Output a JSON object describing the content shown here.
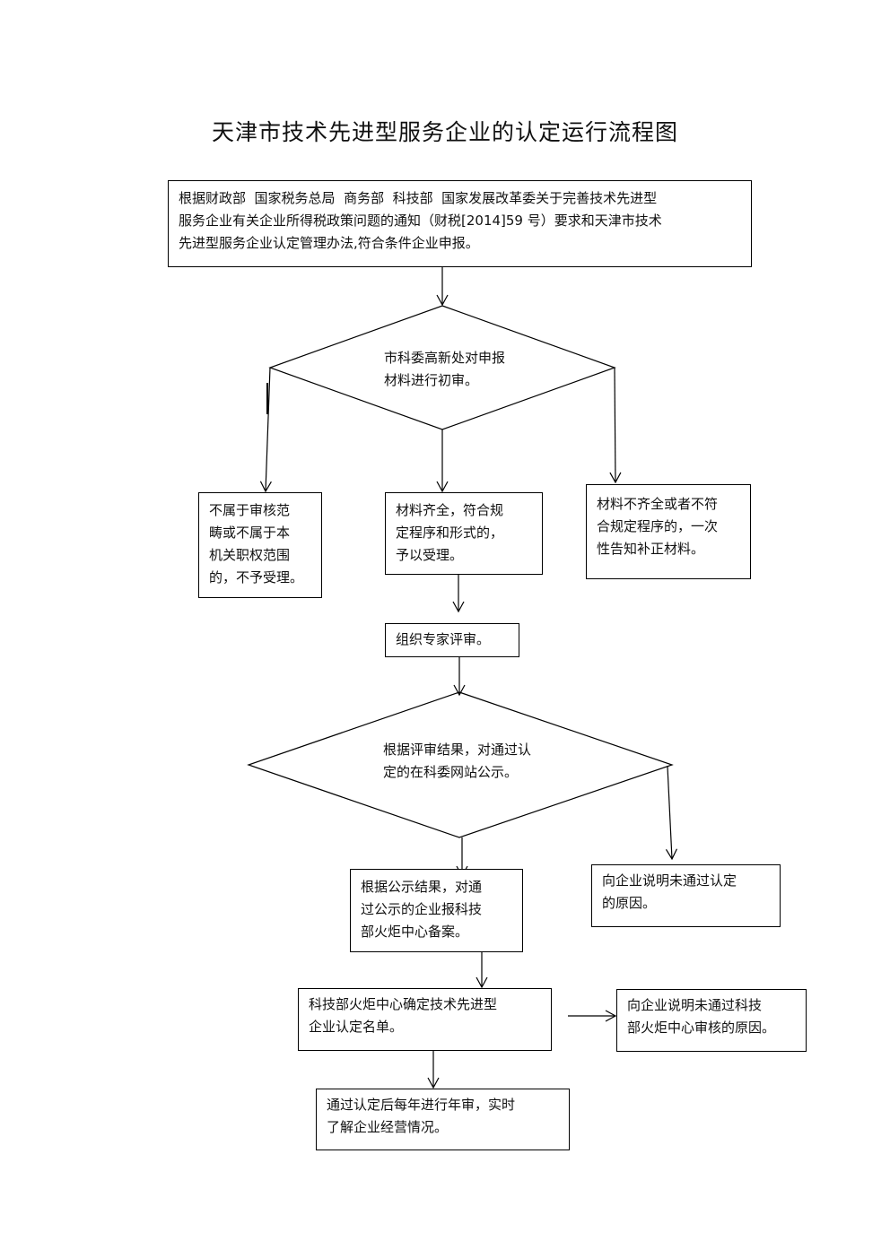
{
  "title": "天津市技术先进型服务企业的认定运行流程图",
  "nodes": {
    "basis": {
      "line1": "根据财政部  国家税务总局  商务部  科技部  国家发展改革委关于完善技术先进型",
      "line2": "服务企业有关企业所得税政策问题的通知（财税[2014]59 号）要求和天津市技术",
      "line3": "先进型服务企业认定管理办法,符合条件企业申报。"
    },
    "initial_review": {
      "line1": "市科委高新处对申报",
      "line2": "材料进行初审。"
    },
    "reject": {
      "line1": "不属于审核范",
      "line2": "畴或不属于本",
      "line3": "机关职权范围",
      "line4": "的，不予受理。"
    },
    "accept": {
      "line1": "材料齐全，符合规",
      "line2": "定程序和形式的，",
      "line3": "予以受理。"
    },
    "supplement": {
      "line1": "材料不齐全或者不符",
      "line2": "合规定程序的，一次",
      "line3": "性告知补正材料。"
    },
    "expert_review": {
      "line1": "组织专家评审。"
    },
    "publicity": {
      "line1": "根据评审结果，对通过认",
      "line2": "定的在科委网站公示。"
    },
    "report_torch": {
      "line1": "根据公示结果，对通",
      "line2": "过公示的企业报科技",
      "line3": "部火炬中心备案。"
    },
    "not_passed": {
      "line1": "向企业说明未通过认定",
      "line2": "的原因。"
    },
    "confirm_list": {
      "line1": "科技部火炬中心确定技术先进型",
      "line2": "企业认定名单。"
    },
    "torch_not_passed": {
      "line1": "向企业说明未通过科技",
      "line2": "部火炬中心审核的原因。"
    },
    "annual_review": {
      "line1": "通过认定后每年进行年审，实时",
      "line2": "了解企业经营情况。"
    }
  }
}
